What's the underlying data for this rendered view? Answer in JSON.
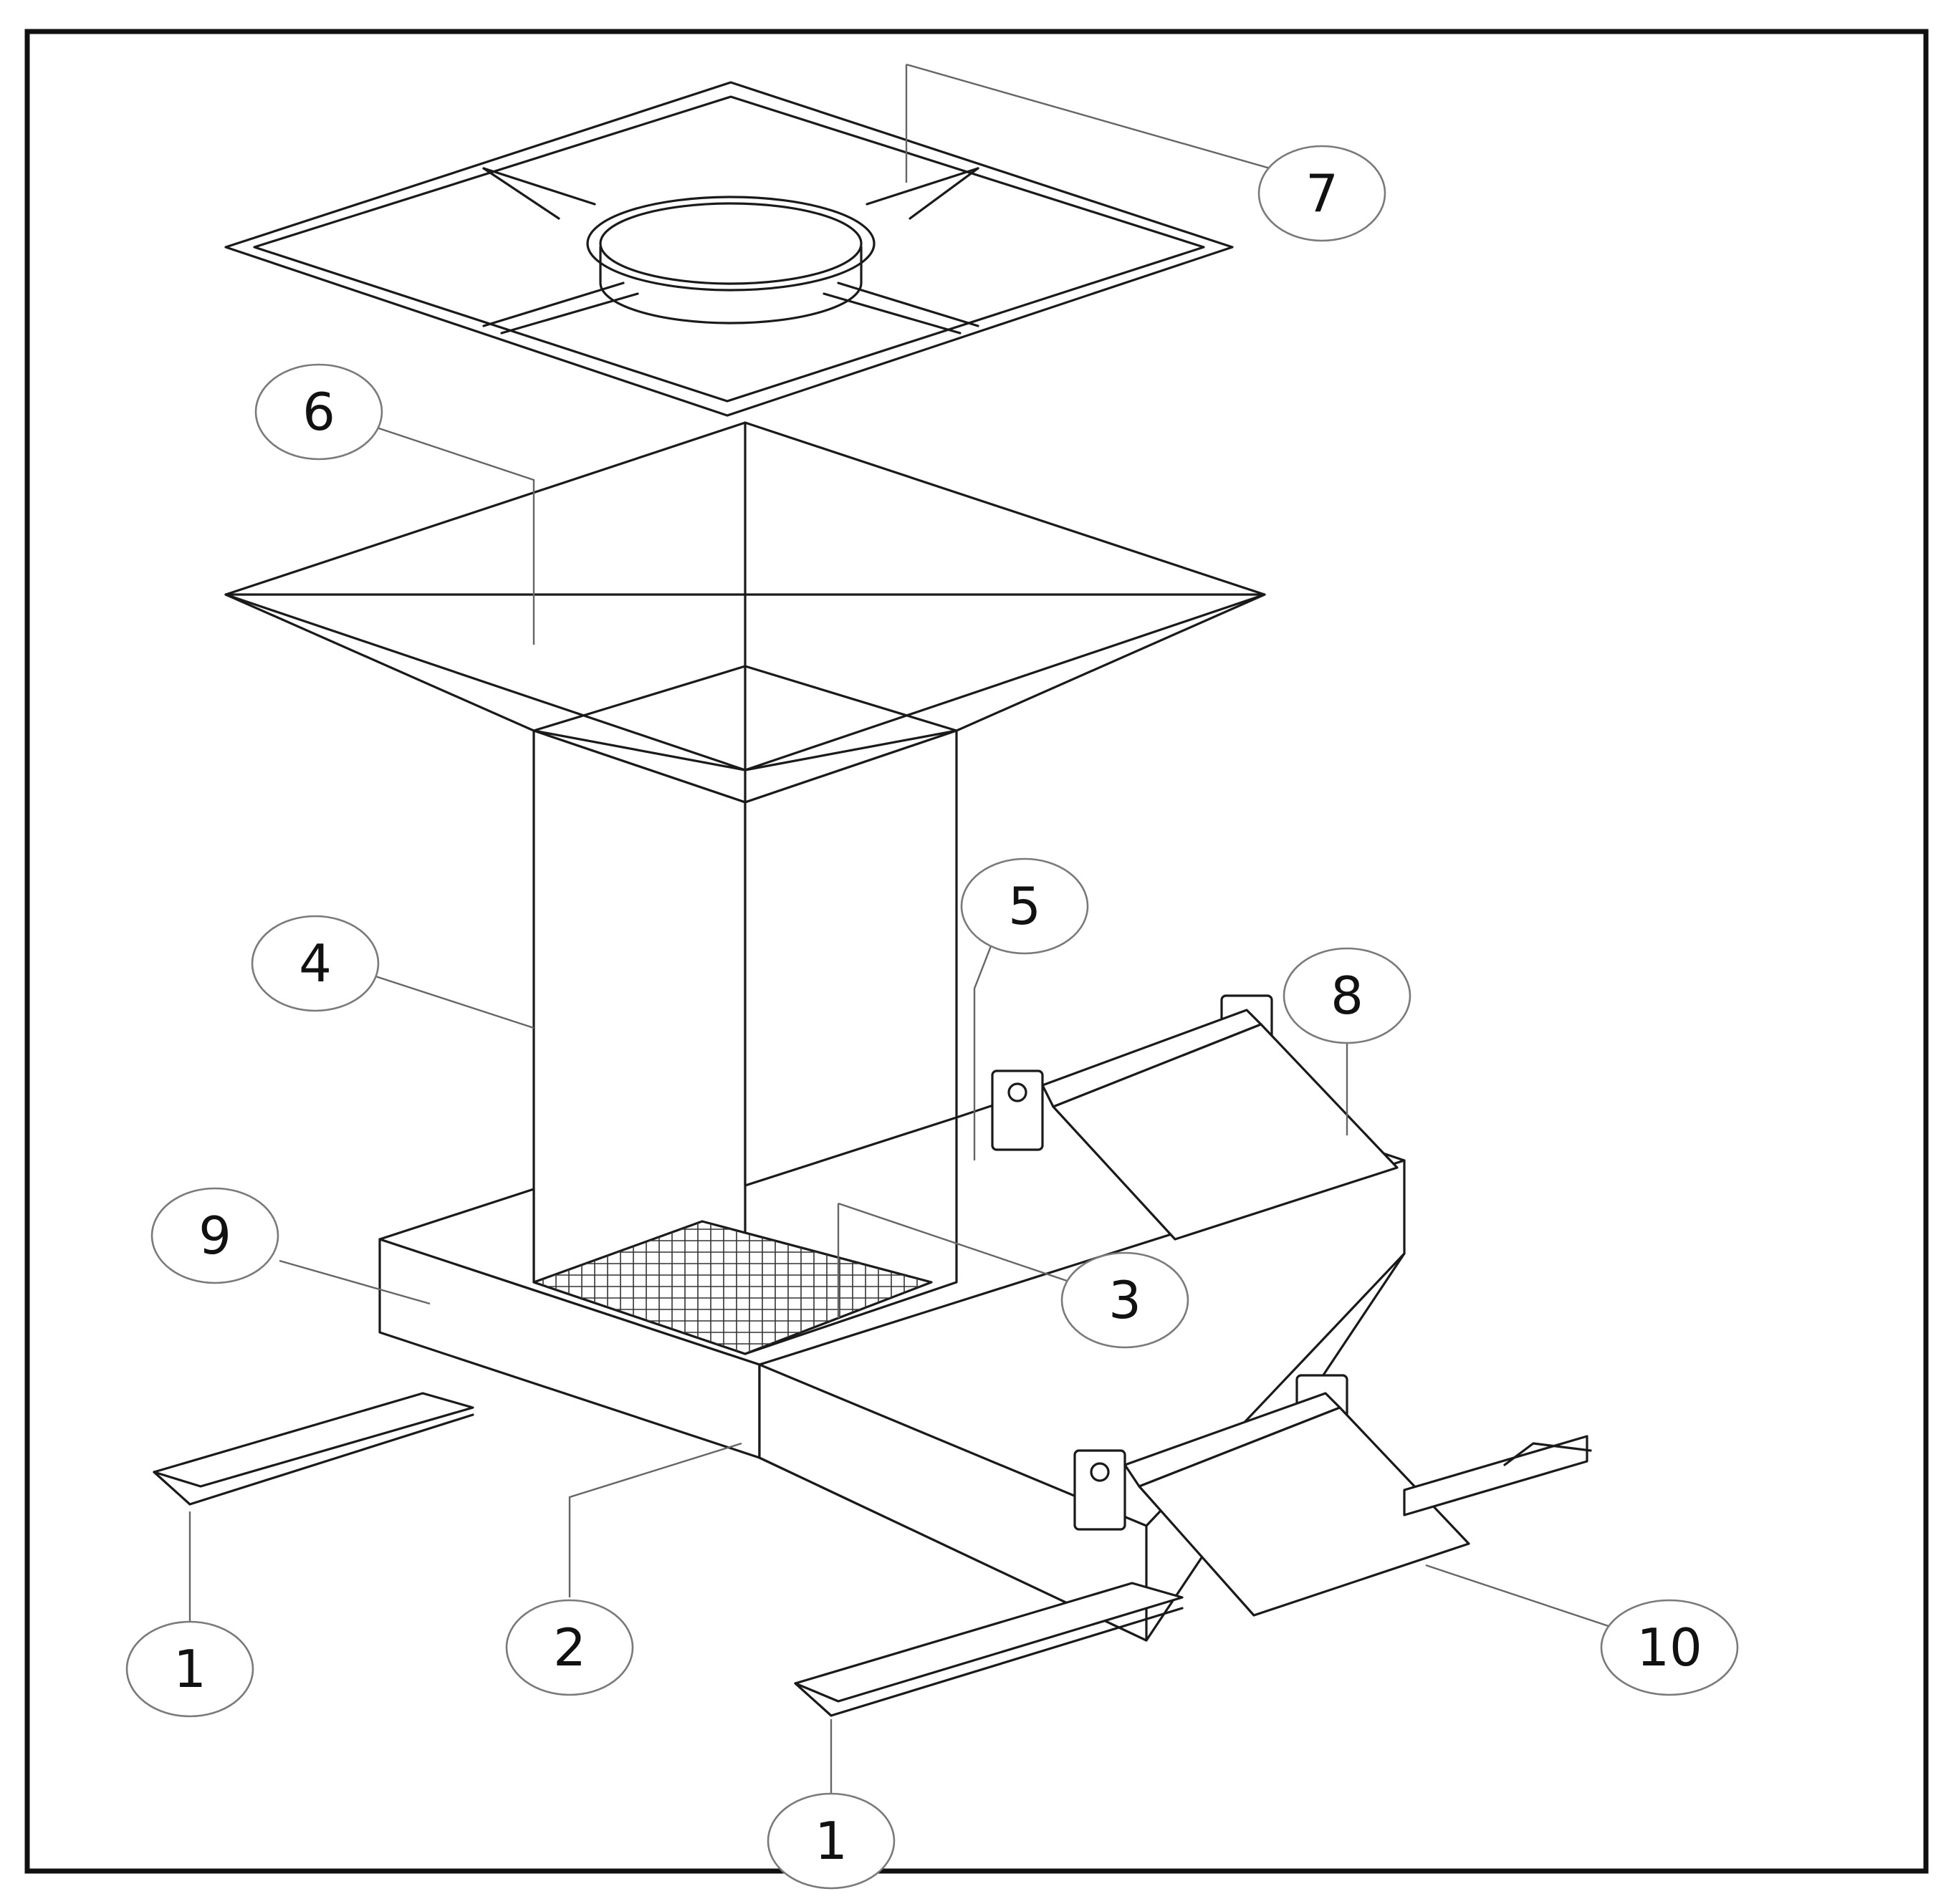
{
  "callouts": [
    {
      "id": "1a",
      "label": "1"
    },
    {
      "id": "1b",
      "label": "1"
    },
    {
      "id": "2",
      "label": "2"
    },
    {
      "id": "3",
      "label": "3"
    },
    {
      "id": "4",
      "label": "4"
    },
    {
      "id": "5",
      "label": "5"
    },
    {
      "id": "6",
      "label": "6"
    },
    {
      "id": "7",
      "label": "7"
    },
    {
      "id": "8",
      "label": "8"
    },
    {
      "id": "9",
      "label": "9"
    },
    {
      "id": "10",
      "label": "10"
    }
  ],
  "colors": {
    "line": "#1a1a1a",
    "leader": "#666666",
    "callout_border": "#7a7a7a",
    "background": "#ffffff"
  }
}
